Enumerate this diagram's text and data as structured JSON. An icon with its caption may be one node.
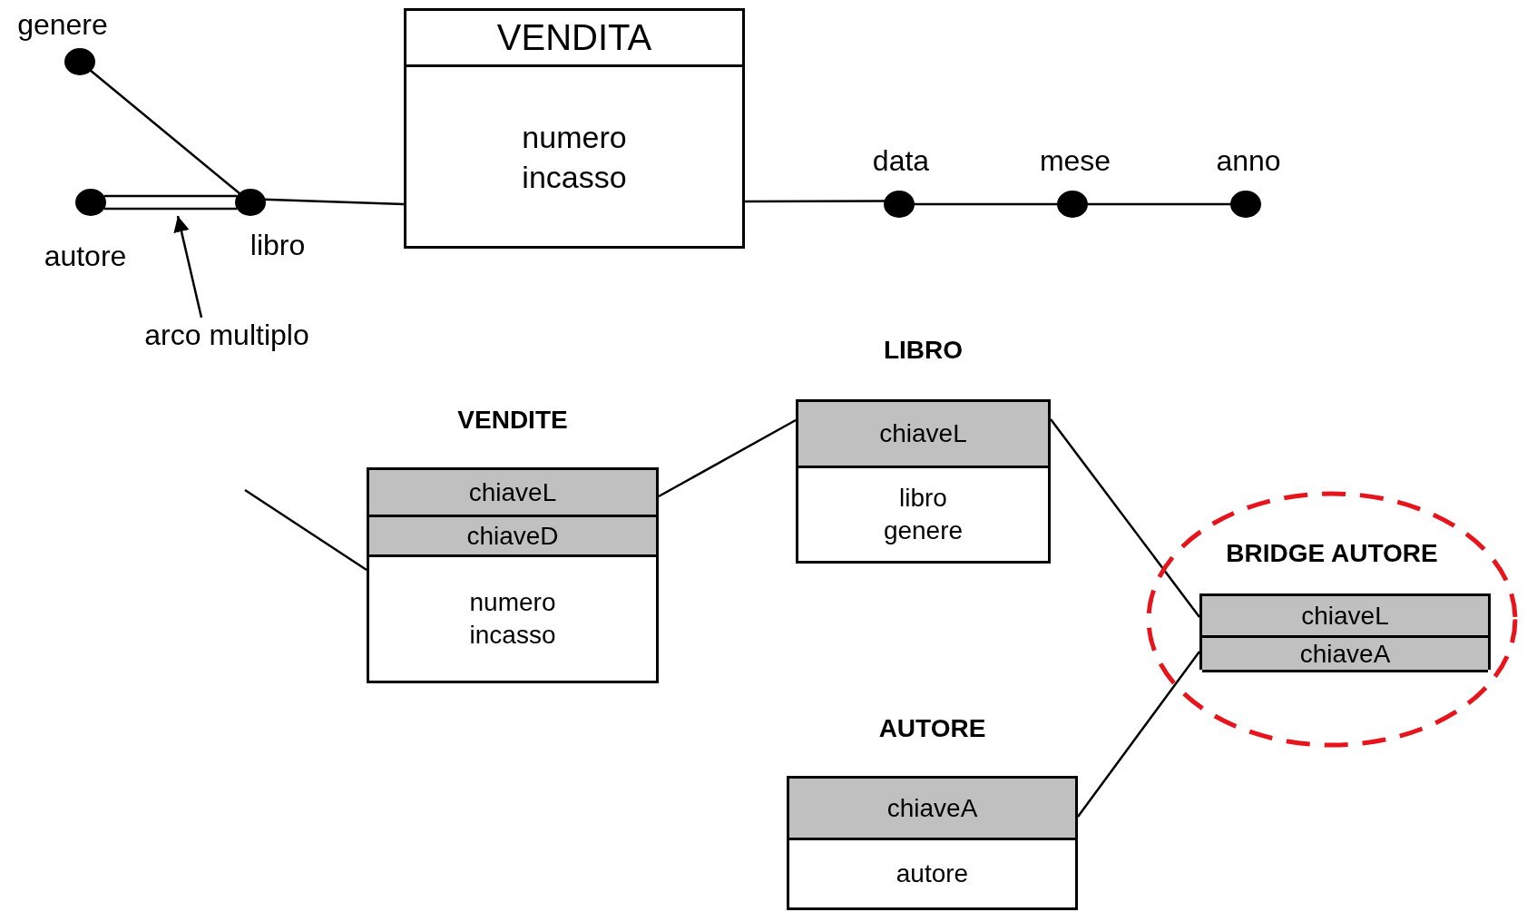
{
  "diagram": {
    "nodes": [
      {
        "text": [],
        "shape": "circle",
        "beside": [
          "genere"
        ]
      },
      {
        "text": [
          "VENDITA",
          "numero incasso"
        ]
      },
      {
        "text": [],
        "shape": "circle",
        "beside": [
          "autore"
        ]
      },
      {
        "text": [],
        "shape": "circle",
        "beside": [
          "libro"
        ]
      },
      {
        "text": [],
        "shape": "circle",
        "beside": [
          "data"
        ]
      },
      {
        "text": [],
        "shape": "circle",
        "beside": [
          "mese"
        ]
      },
      {
        "text": [],
        "shape": "circle",
        "beside": [
          "anno"
        ]
      },
      {
        "text": [
          "arco multiplo"
        ]
      },
      {
        "text": [
          "LIBRO",
          "chiaveL",
          "libro genere"
        ]
      },
      {
        "text": [
          "VENDITE",
          "chiaveL",
          "chiaveD",
          "numero incasso"
        ]
      },
      {
        "text": [
          "BRIDGE AUTORE"
        ]
      },
      {
        "text": [
          "chiaveL",
          "chiaveA"
        ],
        "in": 10
      },
      {
        "text": [
          "AUTORE",
          "chiaveA",
          "autore"
        ]
      }
    ],
    "edges": [
      {
        "from": 0,
        "to": 3,
        "arrow": "none"
      },
      {
        "from": 2,
        "to": 3,
        "arrow": "none"
      },
      {
        "from": 3,
        "to": 1,
        "arrow": "none"
      },
      {
        "from": 1,
        "to": 4,
        "arrow": "none"
      },
      {
        "from": 4,
        "to": 5,
        "arrow": "none"
      },
      {
        "from": 5,
        "to": 6,
        "arrow": "none"
      },
      {
        "from": 7,
        "to": null,
        "arrow": "to"
      },
      {
        "from": 9,
        "to": 8,
        "arrow": "none"
      },
      {
        "from": 8,
        "to": 11,
        "arrow": "none"
      },
      {
        "from": null,
        "to": 9,
        "arrow": "none"
      },
      {
        "from": 12,
        "to": 11,
        "arrow": "none"
      }
    ]
  }
}
